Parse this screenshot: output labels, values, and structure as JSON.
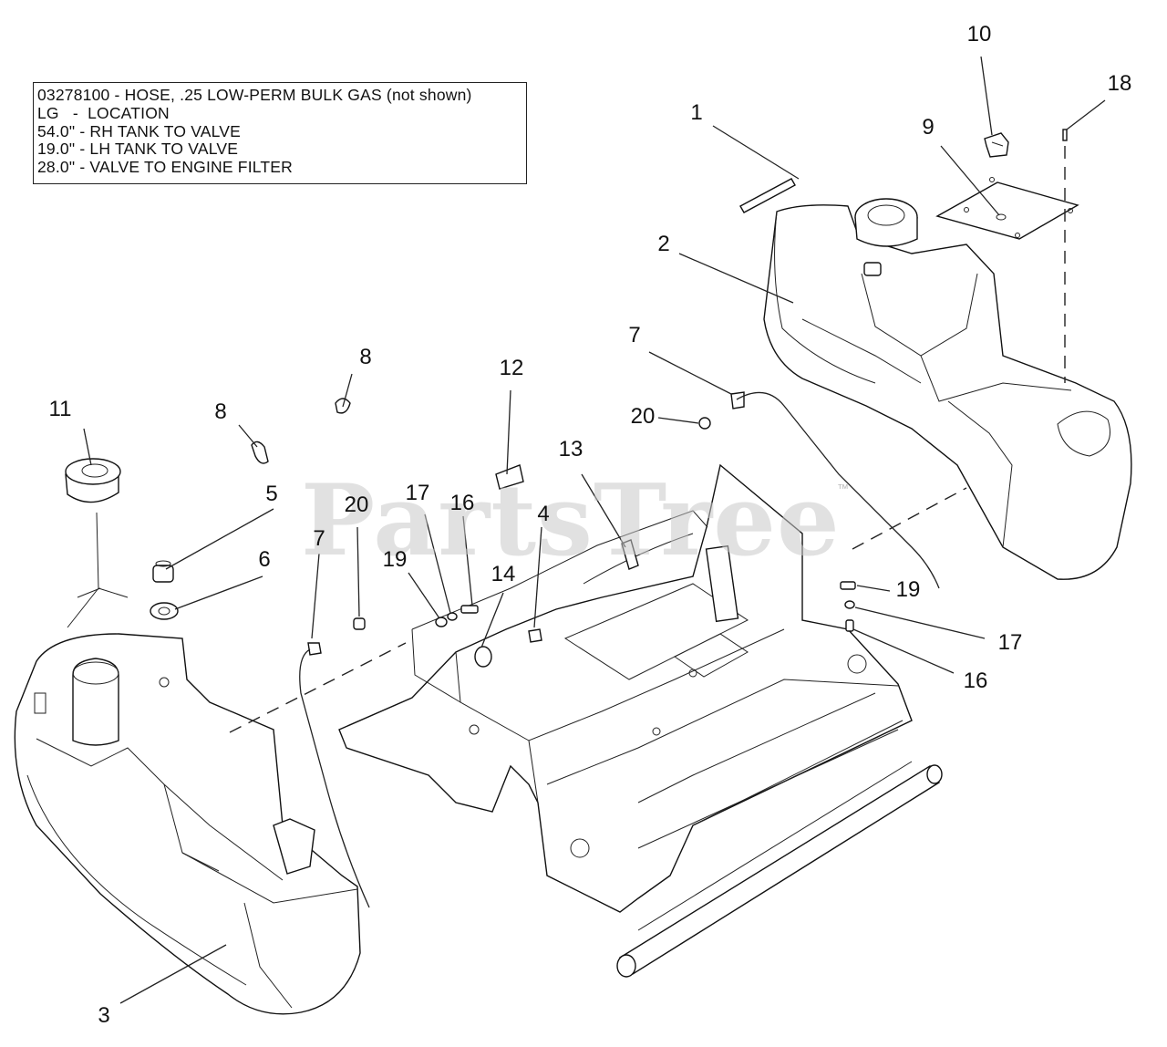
{
  "notes": {
    "lines": [
      "03278100 - HOSE, .25 LOW-PERM BULK GAS (not shown)",
      "LG   -  LOCATION",
      "54.0\" - RH TANK TO VALVE",
      "19.0\" - LH TANK TO VALVE",
      "28.0\" - VALVE TO ENGINE FILTER"
    ]
  },
  "watermark": {
    "text": "PartsTree",
    "trademark": "™"
  },
  "callouts": [
    {
      "id": "c1",
      "label": "1"
    },
    {
      "id": "c2",
      "label": "2"
    },
    {
      "id": "c3",
      "label": "3"
    },
    {
      "id": "c4",
      "label": "4"
    },
    {
      "id": "c5",
      "label": "5"
    },
    {
      "id": "c6",
      "label": "6"
    },
    {
      "id": "c7a",
      "label": "7"
    },
    {
      "id": "c7b",
      "label": "7"
    },
    {
      "id": "c8a",
      "label": "8"
    },
    {
      "id": "c8b",
      "label": "8"
    },
    {
      "id": "c9",
      "label": "9"
    },
    {
      "id": "c10",
      "label": "10"
    },
    {
      "id": "c11",
      "label": "11"
    },
    {
      "id": "c12",
      "label": "12"
    },
    {
      "id": "c13",
      "label": "13"
    },
    {
      "id": "c14",
      "label": "14"
    },
    {
      "id": "c16a",
      "label": "16"
    },
    {
      "id": "c16b",
      "label": "16"
    },
    {
      "id": "c17a",
      "label": "17"
    },
    {
      "id": "c17b",
      "label": "17"
    },
    {
      "id": "c18",
      "label": "18"
    },
    {
      "id": "c19a",
      "label": "19"
    },
    {
      "id": "c19b",
      "label": "19"
    },
    {
      "id": "c20a",
      "label": "20"
    },
    {
      "id": "c20b",
      "label": "20"
    }
  ]
}
